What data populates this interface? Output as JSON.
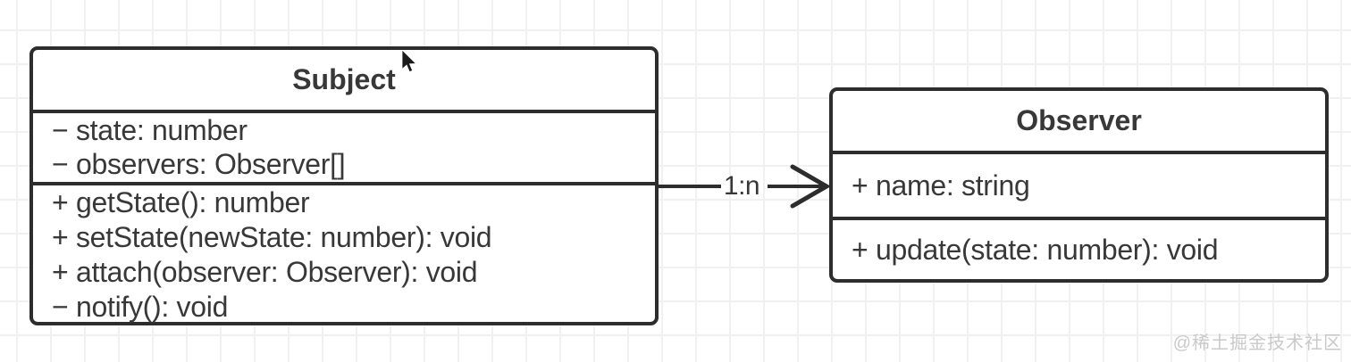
{
  "diagram": {
    "type": "uml-class-diagram",
    "classes": [
      {
        "name": "Subject",
        "attributes": [
          "− state: number",
          "− observers: Observer[]"
        ],
        "methods": [
          "+ getState(): number",
          "+ setState(newState: number): void",
          "+ attach(observer: Observer): void",
          "− notify(): void"
        ]
      },
      {
        "name": "Observer",
        "attributes": [
          "+ name: string"
        ],
        "methods": [
          "+ update(state: number): void"
        ]
      }
    ],
    "connector": {
      "from": "Subject",
      "to": "Observer",
      "label": "1:n",
      "style": "open-arrow"
    }
  },
  "watermark": {
    "text": "@稀土掘金技术社区"
  },
  "colors": {
    "stroke": "#2d2d2d",
    "text": "#383838",
    "grid": "#f1f1f1",
    "background": "#ffffff",
    "watermark": "#c9c9c9"
  },
  "icons": {
    "cursor": "mouse-pointer-icon"
  }
}
